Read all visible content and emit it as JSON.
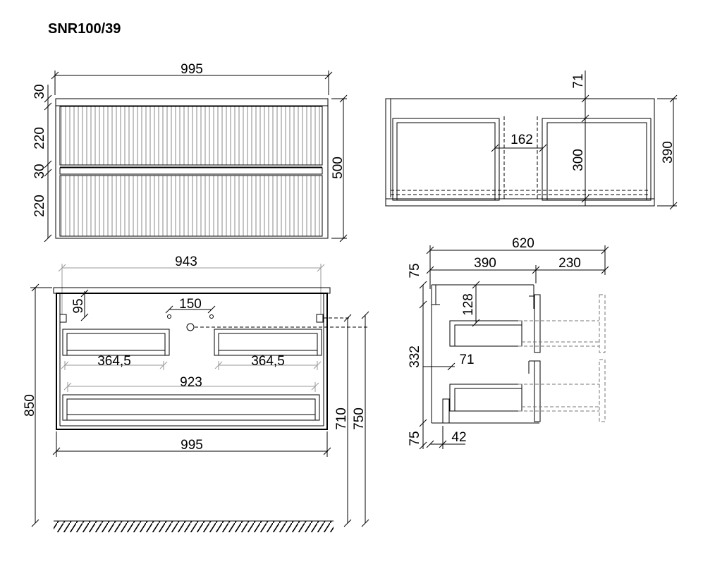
{
  "title": "SNR100/39",
  "front": {
    "width": "995",
    "height": "500",
    "gap_top": "30",
    "drawer_top": "220",
    "gap_mid": "30",
    "drawer_bottom": "220"
  },
  "top_view": {
    "depth_top": "71",
    "gap_between": "162",
    "inner_height": "300",
    "total_height": "390"
  },
  "rear": {
    "mount_span": "943",
    "mount_offset": "95",
    "drain_offset": "150",
    "left_opening": "364,5",
    "right_opening": "364,5",
    "bottom_opening": "923",
    "width": "995",
    "total_height": "850",
    "mount_height": "710",
    "drain_height": "750"
  },
  "side": {
    "total_depth": "620",
    "body_depth": "390",
    "extension": "230",
    "top_offset": "75",
    "upper_drawer": "128",
    "middle_height": "332",
    "inset": "71",
    "bottom_offset": "75",
    "bottom_inset": "42"
  }
}
